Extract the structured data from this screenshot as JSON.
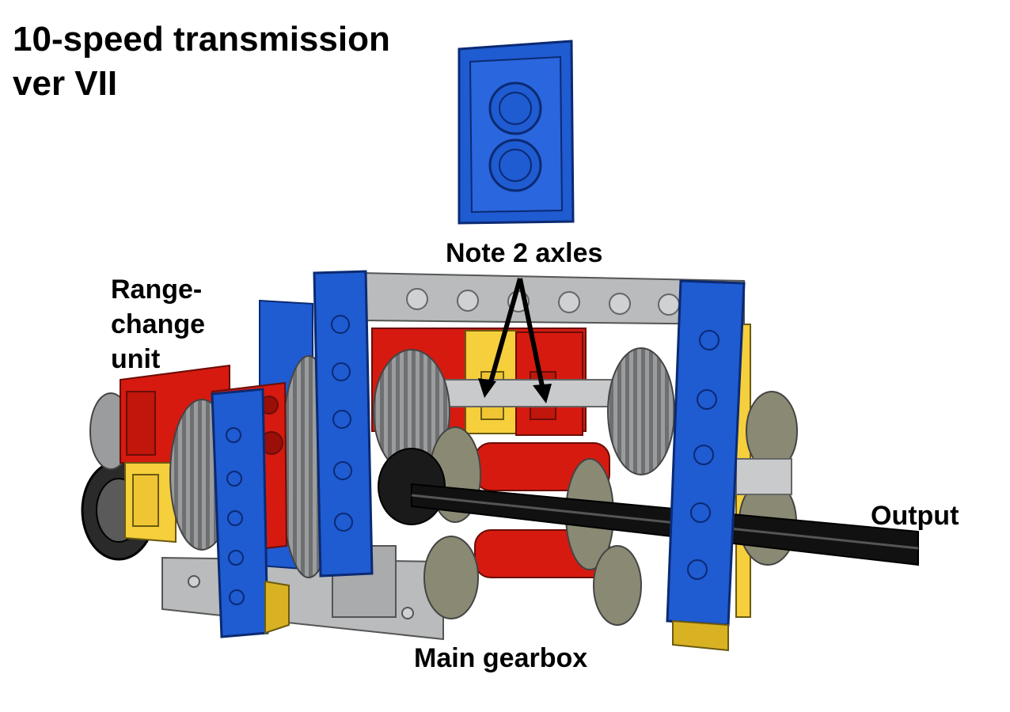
{
  "title": "10-speed transmission\nver VII",
  "labels": {
    "range_change": "Range-\nchange\nunit",
    "note": "Note 2 axles",
    "output": "Output",
    "main_gearbox": "Main gearbox"
  },
  "colors": {
    "beam_blue": "#1f5bd1",
    "beam_blue_dark": "#143e96",
    "part_red": "#d61a0f",
    "part_yellow": "#f5cf3c",
    "part_gray": "#b9bbbc",
    "axle_black": "#111111",
    "arrow": "#000000"
  }
}
